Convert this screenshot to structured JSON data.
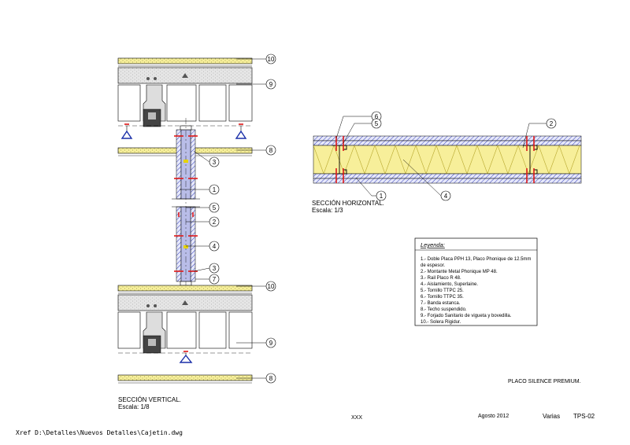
{
  "vertical_section": {
    "title": "SECCIÓN VERTICAL.",
    "scale": "Escala: 1/8",
    "callouts": [
      "10",
      "9",
      "8",
      "3",
      "1",
      "5",
      "2",
      "4",
      "3",
      "7",
      "10",
      "9",
      "8"
    ]
  },
  "horizontal_section": {
    "title": "SECCIÓN HORIZONTAL.",
    "scale": "Escala: 1/3",
    "callouts": [
      "6",
      "5",
      "2",
      "1",
      "4"
    ]
  },
  "legend": {
    "title": "Leyenda:",
    "items": [
      "1.-    Doble Placa PPH 13, Placo Phonique de 12.5mm",
      "de espesor.",
      "2.-    Montante Metal Phonique MP 48.",
      "3.-    Rail Placo R 48.",
      "4.-    Aislamiento, Superlaine.",
      "5.-    Tornillo TTPC 25.",
      "6.-    Tornillo TTPC 35.",
      "7.-    Banda estanca.",
      "8.-    Techo suspendido.",
      "9.-    Forjado Sanitario de vigueta y bovedilla.",
      "10.-  Solera Rigidur."
    ]
  },
  "title_block": {
    "product": "PLACO SILENCE PREMIUM.",
    "author": "XXX",
    "date": "Agosto 2012",
    "category": "Varias",
    "sheet": "TPS-02"
  },
  "xref": "Xref D:\\Detalles\\Nuevos Detalles\\Cajetin.dwg",
  "colors": {
    "insulation": "#f7ef9a",
    "hatch_blue": "#2430b0",
    "screw_red": "#e01818",
    "slab_grey": "#d8d8d8"
  }
}
